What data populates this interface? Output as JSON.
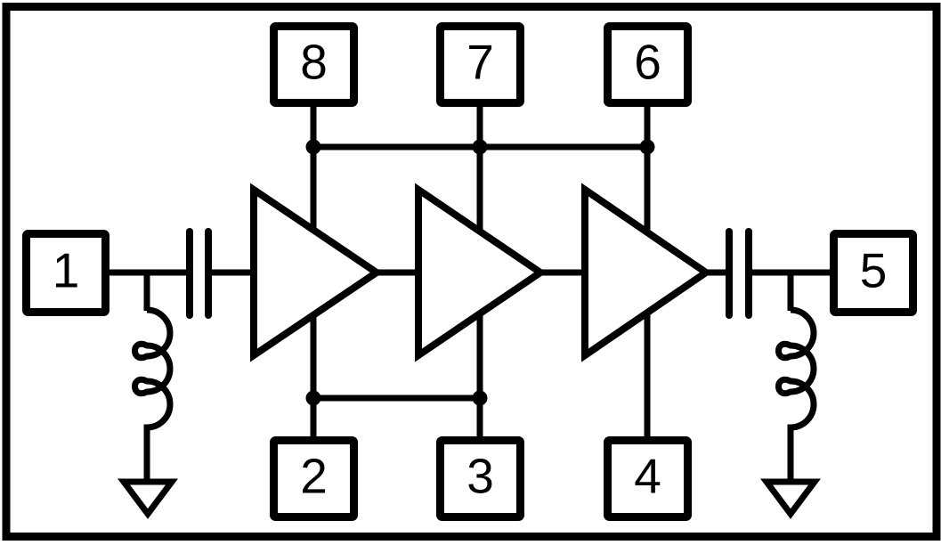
{
  "diagram": {
    "kind": "rf-amplifier-functional-schematic",
    "background_color": "#ffffff",
    "line_color": "#000000",
    "pins": [
      {
        "label": "1",
        "edge": "left"
      },
      {
        "label": "2",
        "edge": "bottom"
      },
      {
        "label": "3",
        "edge": "bottom"
      },
      {
        "label": "4",
        "edge": "bottom"
      },
      {
        "label": "5",
        "edge": "right"
      },
      {
        "label": "6",
        "edge": "top"
      },
      {
        "label": "7",
        "edge": "top"
      },
      {
        "label": "8",
        "edge": "top"
      }
    ],
    "symbols": {
      "amplifier_stages": 3,
      "series_blocking_capacitors": 2,
      "shunt_inductors": 2,
      "ground_symbols": 2,
      "junction_dots": 5,
      "top_bias_rail_pins": "8-7-6",
      "bottom_bias_rail_pins": "2-3"
    }
  }
}
